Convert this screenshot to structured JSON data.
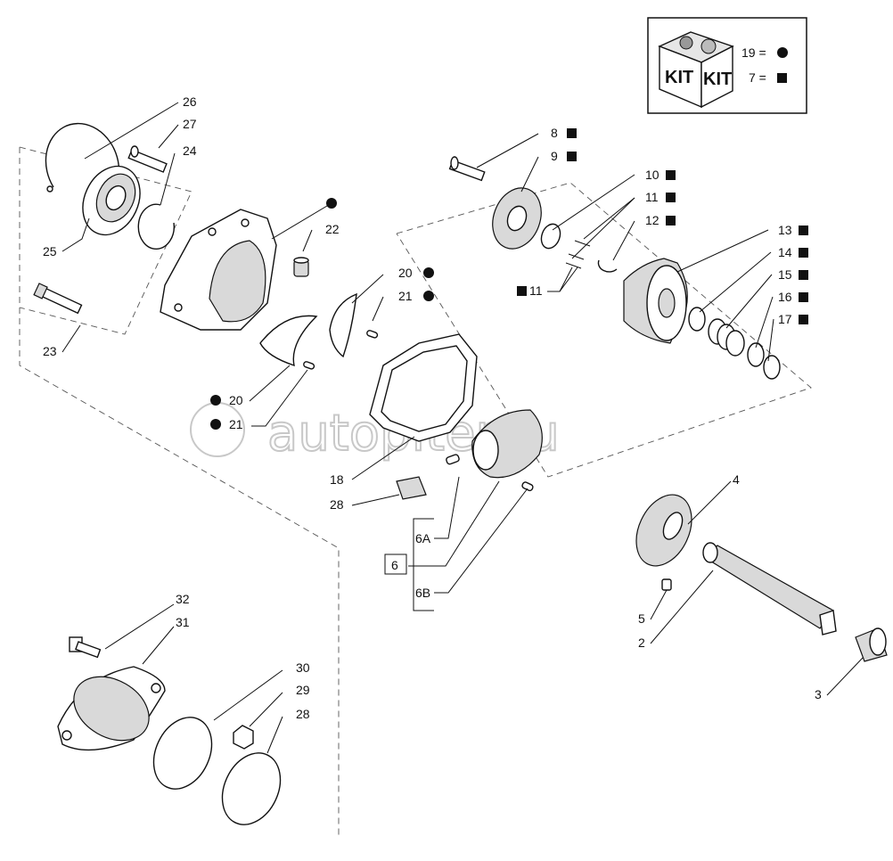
{
  "watermark": "autopiter.ru",
  "kit_legend": {
    "kit_text": "KIT",
    "entries": [
      {
        "number": "19 =",
        "marker": "circle"
      },
      {
        "number": "7 =",
        "marker": "square"
      }
    ]
  },
  "labels": {
    "l26": "26",
    "l27": "27",
    "l24": "24",
    "l25": "25",
    "l22": "22",
    "l23": "23",
    "l20a": "20",
    "l21a": "21",
    "l20b": "20",
    "l21b": "21",
    "l8": "8",
    "l9": "9",
    "l10": "10",
    "l11a": "11",
    "l12": "12",
    "l11b": "11",
    "l13": "13",
    "l14": "14",
    "l15": "15",
    "l16": "16",
    "l17": "17",
    "l18": "18",
    "l28a": "28",
    "l6A": "6A",
    "l6": "6",
    "l6B": "6B",
    "l4": "4",
    "l5": "5",
    "l2": "2",
    "l3": "3",
    "l32": "32",
    "l31": "31",
    "l30": "30",
    "l29": "29",
    "l28b": "28"
  },
  "colors": {
    "ink": "#111111",
    "part_fill": "#d9d9d9",
    "watermark": "#c8c8c8"
  }
}
